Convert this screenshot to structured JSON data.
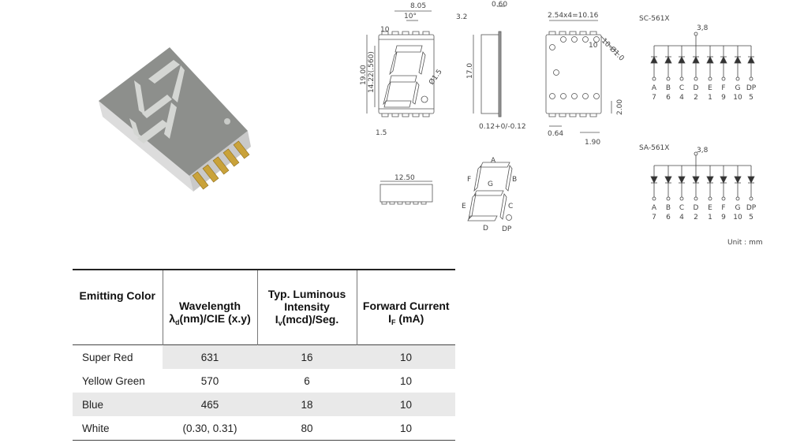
{
  "photo": {
    "alt": "7-segment LED display module"
  },
  "dimensions": {
    "top_width": "8.05",
    "lead_thickness": "0.60",
    "slant_angle": "10°",
    "pin_label_10": "10",
    "height_total": "19.00",
    "digit_height": "14.22(.560)",
    "dp_diameter": "Ø1.5",
    "bottom_pitch_left": "1.5",
    "depth": "3.2",
    "body_height": "17.0",
    "tolerance": "0.12+0/-0.12",
    "pin_pitch": "2.54x4=10.16",
    "pin_count": "10-Ø1.0",
    "pin_label_10b": "10",
    "pin_offset": "2.00",
    "pin_width": "0.64",
    "pin_spacing": "1.90",
    "base_width": "12.50"
  },
  "segment_labels": {
    "a": "A",
    "b": "B",
    "c": "C",
    "d": "D",
    "e": "E",
    "f": "F",
    "g": "G",
    "dp": "DP"
  },
  "sc_circuit": {
    "title": "SC-561X",
    "common_pin": "3,8",
    "segments": [
      "A",
      "B",
      "C",
      "D",
      "E",
      "F",
      "G",
      "DP"
    ],
    "pins": [
      "7",
      "6",
      "4",
      "2",
      "1",
      "9",
      "10",
      "5"
    ]
  },
  "sa_circuit": {
    "title": "SA-561X",
    "common_pin": "3,8",
    "segments": [
      "A",
      "B",
      "C",
      "D",
      "E",
      "F",
      "G",
      "DP"
    ],
    "pins": [
      "7",
      "6",
      "4",
      "2",
      "1",
      "9",
      "10",
      "5"
    ]
  },
  "unit_note": "Unit : mm",
  "table": {
    "headers": {
      "color": "Emitting Color",
      "wavelength_1": "Wavelength",
      "wavelength_2": "λ",
      "wavelength_2_sub": "d",
      "wavelength_3": "(nm)/CIE (x.y)",
      "luminous_1": "Typ. Luminous",
      "luminous_2": "Intensity",
      "luminous_3": "I",
      "luminous_3_sub": "v",
      "luminous_4": "(mcd)/Seg.",
      "current_1": "Forward Current",
      "current_2": "I",
      "current_2_sub": "F",
      "current_3": " (mA)"
    },
    "rows": [
      {
        "color": "Super Red",
        "wavelength": "631",
        "luminous": "16",
        "current": "10"
      },
      {
        "color": "Yellow Green",
        "wavelength": "570",
        "luminous": "6",
        "current": "10"
      },
      {
        "color": "Blue",
        "wavelength": "465",
        "luminous": "18",
        "current": "10"
      },
      {
        "color": "White",
        "wavelength": "(0.30, 0.31)",
        "luminous": "80",
        "current": "10"
      }
    ]
  }
}
